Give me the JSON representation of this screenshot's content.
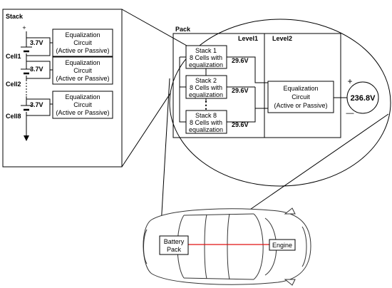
{
  "stack_panel": {
    "title": "Stack",
    "plus_sign": "+",
    "cells": [
      {
        "name": "Cell1",
        "voltage": "3.7V"
      },
      {
        "name": "Cell2",
        "voltage": "3.7V"
      },
      {
        "name": "Cell8",
        "voltage": "3.7V"
      }
    ],
    "circuits": [
      {
        "line1": "Equalization",
        "line2": "Circuit",
        "line3": "(Active or Passive)"
      },
      {
        "line1": "Equalization",
        "line2": "Circuit",
        "line3": "(Active or Passive)"
      },
      {
        "line1": "Equalization",
        "line2": "Circuit",
        "line3": "(Active or Passive)"
      }
    ]
  },
  "pack_panel": {
    "title": "Pack",
    "level1_label": "Level1",
    "level2_label": "Level2",
    "stacks": [
      {
        "line1": "Stack 1",
        "line2": "8 Cells with",
        "line3": "equalization",
        "voltage": "29.6V"
      },
      {
        "line1": "Stack 2",
        "line2": "8 Cells with",
        "line3": "equalization",
        "voltage": "29.6V"
      },
      {
        "line1": "Stack 8",
        "line2": "8 Cells with",
        "line3": "equalization",
        "voltage": "29.6V"
      }
    ],
    "ellipsis": "⋮",
    "level2_circuit": {
      "line1": "Equalization",
      "line2": "Circuit",
      "line3": "(Active or Passive)"
    },
    "pack_voltage": "236.8V",
    "plus_sign": "+",
    "minus_sign": "—"
  },
  "car": {
    "battery_line1": "Battery",
    "battery_line2": "Pack",
    "engine_label": "Engine"
  },
  "colors": {
    "line": "#000000",
    "wire_red": "#e01010",
    "car_stroke": "#333333"
  }
}
